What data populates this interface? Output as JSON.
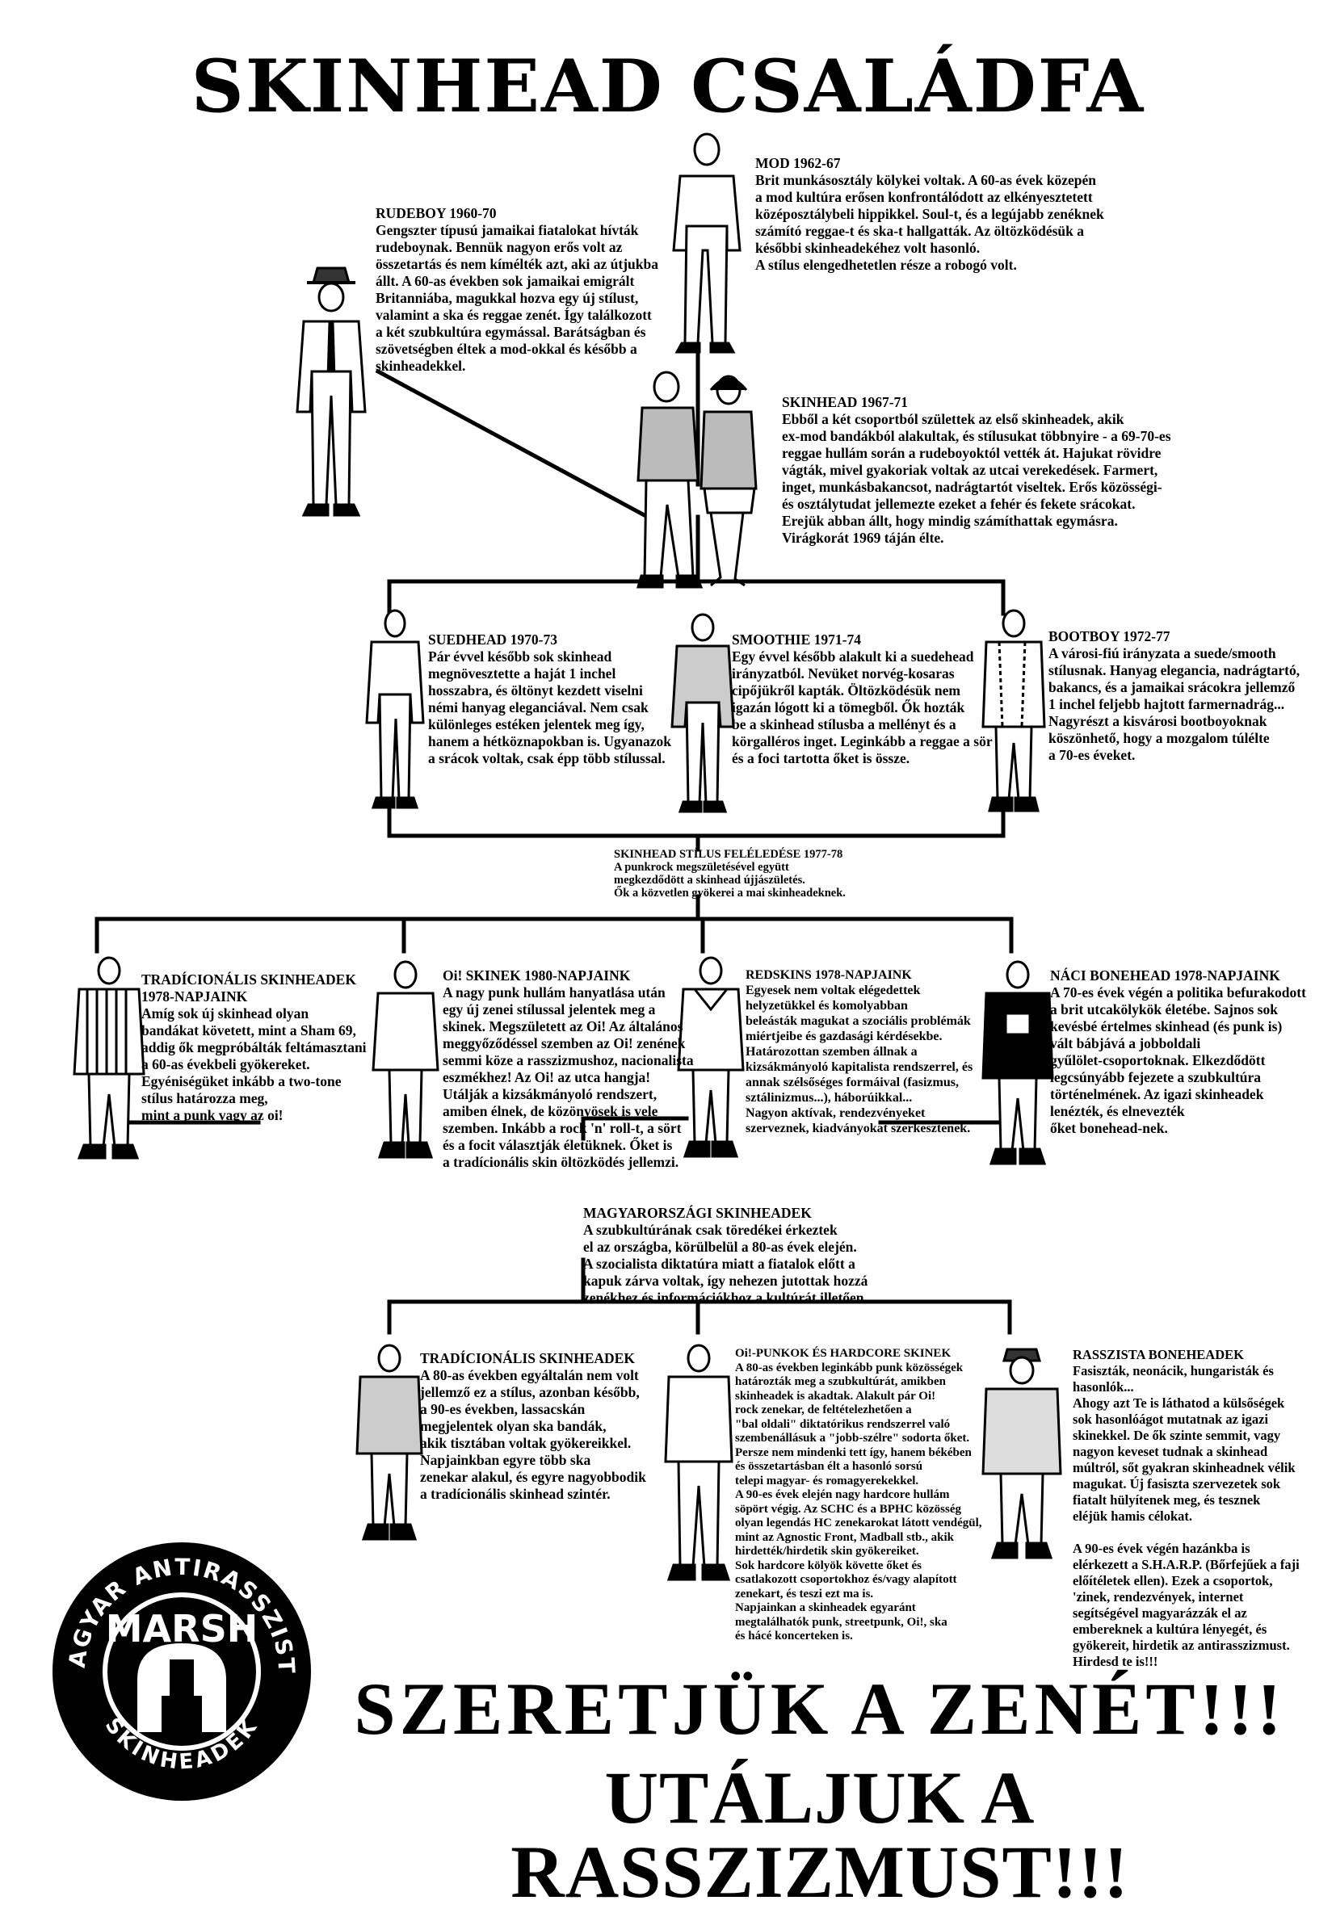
{
  "title": "SKINHEAD CSALÁDFA",
  "nodes": {
    "mod": {
      "head": "MOD 1962-67",
      "body": "Brit munkásosztály kölykei voltak. A 60-as évek közepén\na mod kultúra erősen konfrontálódott az elkényesztetett\nközéposztálybeli hippikkel. Soul-t, és a legújabb zenéknek\nszámító reggae-t és ska-t hallgatták. Az öltözködésük a\nkésőbbi skinheadekéhez volt hasonló.\nA stílus elengedhetetlen része a robogó volt."
    },
    "rudeboy": {
      "head": "RUDEBOY 1960-70",
      "body": "Gengszter típusú jamaikai fiatalokat hívták\nrudeboynak. Bennük nagyon erős volt az\nösszetartás és nem kímélték azt, aki az útjukba\nállt. A 60-as években sok jamaikai emigrált\nBritanniába, magukkal hozva egy új stílust,\nvalamint a ska és reggae zenét. Így találkozott\na két szubkultúra egymással. Barátságban és\nszövetségben éltek a mod-okkal és később a\nskinheadekkel."
    },
    "skinhead": {
      "head": "SKINHEAD 1967-71",
      "body": "Ebből a két csoportból születtek az első skinheadek, akik\nex-mod bandákból alakultak, és stílusukat többnyire - a 69-70-es\nreggae hullám során a rudeboyoktól vették át. Hajukat rövidre\nvágták, mivel gyakoriak voltak az utcai verekedések. Farmert,\ninget, munkásbakancsot, nadrágtartót viseltek. Erős közösségi-\nés osztálytudat jellemezte ezeket a fehér és fekete srácokat.\nErejük abban állt, hogy mindig számíthattak egymásra.\nVirágkorát 1969 táján élte."
    },
    "suedehead": {
      "head": "SUEDHEAD 1970-73",
      "body": "Pár évvel később sok skinhead\nmegnövesztette a haját 1 inchel\nhosszabra, és öltönyt kezdett viselni\nnémi hanyag eleganciával. Nem csak\nkülönleges estéken jelentek meg így,\nhanem a hétköznapokban is. Ugyanazok\na srácok voltak, csak épp több stílussal."
    },
    "smoothie": {
      "head": "SMOOTHIE 1971-74",
      "body": "Egy évvel később alakult ki a suedehead\nirányzatból. Nevüket norvég-kosaras\ncipőjükről kapták. Öltözködésük nem\nigazán lógott ki a tömegből. Ők hozták\nbe a skinhead stílusba a mellényt és a\nkörgalléros inget. Leginkább a reggae a sör\nés a foci tartotta őket is össze."
    },
    "bootboy": {
      "head": "BOOTBOY 1972-77",
      "body": "A városi-fiú irányzata a suede/smooth\nstílusnak. Hanyag elegancia, nadrágtartó,\nbakancs, és a jamaikai srácokra jellemző\n1 inchel feljebb hajtott farmernadrág...\nNagyrészt a kisvárosi bootboyoknak\nköszönhető, hogy a mozgalom túlélte\na 70-es éveket."
    },
    "revival": {
      "head": "SKINHEAD STÍLUS FELÉLEDÉSE 1977-78",
      "body": "A punkrock megszületésével együtt\nmegkezdődött a skinhead újjászületés.\nŐk a közvetlen gyökerei a mai skinheadeknek."
    },
    "trad1": {
      "head": "TRADÍCIONÁLIS SKINHEADEK\n1978-NAPJAINK",
      "body": "Amíg sok új skinhead olyan\nbandákat követett, mint a Sham 69,\naddig ők megpróbálták feltámasztani\na 60-as évekbeli gyökereket.\nEgyéniségüket inkább a two-tone\nstílus határozza meg,\nmint a punk vagy az oi!"
    },
    "oi": {
      "head": "Oi! SKINEK 1980-NAPJAINK",
      "body": "A nagy punk hullám hanyatlása után\negy új zenei stílussal jelentek meg a\nskinek. Megszületett az Oi!  Az  általános\nmeggyőződéssel szemben az Oi! zenének\nsemmi köze a rasszizmushoz, nacionalista\neszmékhez! Az Oi! az utca hangja!\nUtálják a kizsákmányoló rendszert,\namiben élnek, de közönyösek is vele\nszemben. Inkább a rock 'n' roll-t, a sört\nés a focit választják életüknek. Őket is\na tradícionális skin öltözködés jellemzi."
    },
    "redskins": {
      "head": "REDSKINS 1978-NAPJAINK",
      "body": "Egyesek nem voltak elégedettek\nhelyzetükkel és komolyabban\nbeleásták magukat a szociális problémák\nmiértjeibe és gazdasági kérdésekbe.\nHatározottan szemben állnak a\nkizsákmányoló kapitalista rendszerrel, és\nannak szélsőséges formáival (fasizmus,\nsztálinizmus...), háborúikkal...\nNagyon aktívak, rendezvényeket\nszerveznek, kiadványokat szerkesztenek."
    },
    "naci": {
      "head": "NÁCI BONEHEAD 1978-NAPJAINK",
      "body": "A 70-es évek végén a politika befurakodott\na brit utcakölykök életébe. Sajnos sok\nkevésbé értelmes skinhead (és punk is)\nvált bábjává a jobboldali\ngyűlölet-csoportoknak. Elkezdődött\nlegcsúnyább fejezete a szubkultúra\ntörténelmének. Az igazi skinheadek\nlenézték, és elnevezték\nőket bonehead-nek."
    },
    "magyar": {
      "head": "MAGYARORSZÁGI SKINHEADEK",
      "body": "A szubkultúrának csak töredékei érkeztek\nel az országba, körülbelül a 80-as évek elején.\nA szocialista diktatúra miatt a fiatalok előtt a\nkapuk zárva voltak, így nehezen jutottak hozzá\nzenékhez és információkhoz a kultúrát illetően."
    },
    "trad2": {
      "head": "TRADÍCIONÁLIS SKINHEADEK",
      "body": "A 80-as években egyáltalán nem volt\njellemző ez a stílus, azonban később,\na 90-es években, lassacskán\nmegjelentek olyan ska bandák,\nakik tisztában voltak gyökereikkel.\nNapjainkban egyre több ska\nzenekar alakul, és egyre nagyobbodik\na tradícionális skinhead szintér."
    },
    "punk": {
      "head": "Oi!-PUNKOK ÉS HARDCORE SKINEK",
      "body": "A 80-as években leginkább punk közösségek\nhatározták meg a szubkultúrát, amikben\nskinheadek is akadtak. Alakult pár Oi!\nrock zenekar, de feltételezhetően a\n\"bal oldali\" diktatórikus rendszerrel való\nszembenállásuk a \"jobb-szélre\" sodorta őket.\nPersze nem mindenki tett így, hanem békében\nés összetartásban élt a hasonló sorsú\ntelepi magyar- és romagyerekekkel.\nA 90-es évek elején nagy hardcore hullám\nsöpört végig. Az SCHC és a BPHC közösség\nolyan legendás HC zenekarokat látott vendégül,\nmint az Agnostic Front, Madball stb., akik\nhirdették/hirdetik skin gyökereiket.\nSok hardcore kölyök követte őket és\ncsatlakozott csoportokhoz és/vagy alapított\nzenekart, és teszi ezt ma is.\nNapjainkan a skinheadek egyaránt\nmegtalálhatók punk, streetpunk, Oi!, ska\nés hácé koncerteken is."
    },
    "rassz": {
      "head": "RASSZISTA BONEHEADEK",
      "body": "Fasiszták, neonácik, hungaristák és\nhasonlók...\nAhogy azt Te is láthatod a külsőségek\nsok hasonlóágot mutatnak az igazi\nskinekkel. De ők szinte semmit, vagy\nnagyon keveset tudnak a skinhead\nmúltról, sőt gyakran skinheadnek vélik\nmagukat. Új fasiszta szervezetek sok\nfiatalt hülyítenek meg, és tesznek\neléjük hamis célokat.\n\nA 90-es évek végén hazánkba is\nelérkezett a S.H.A.R.P. (Bőrfejűek a faji\nelőítéletek ellen). Ezek a csoportok,\n'zinek, rendezvények, internet\nsegítségével magyarázzák el az\nembereknek a kultúra lényegét, és\ngyökereit, hirdetik az antirasszizmust.\nHirdesd te is!!!"
    }
  },
  "logo": {
    "top": "MAGYAR ANTIRASSZISTA",
    "brand": "MARSH",
    "bottom": "SKINHEADEK"
  },
  "slogans": {
    "line1": "SZERETJÜK A ZENÉT!!!",
    "line2": "UTÁLJUK A RASSZIZMUST!!!"
  }
}
